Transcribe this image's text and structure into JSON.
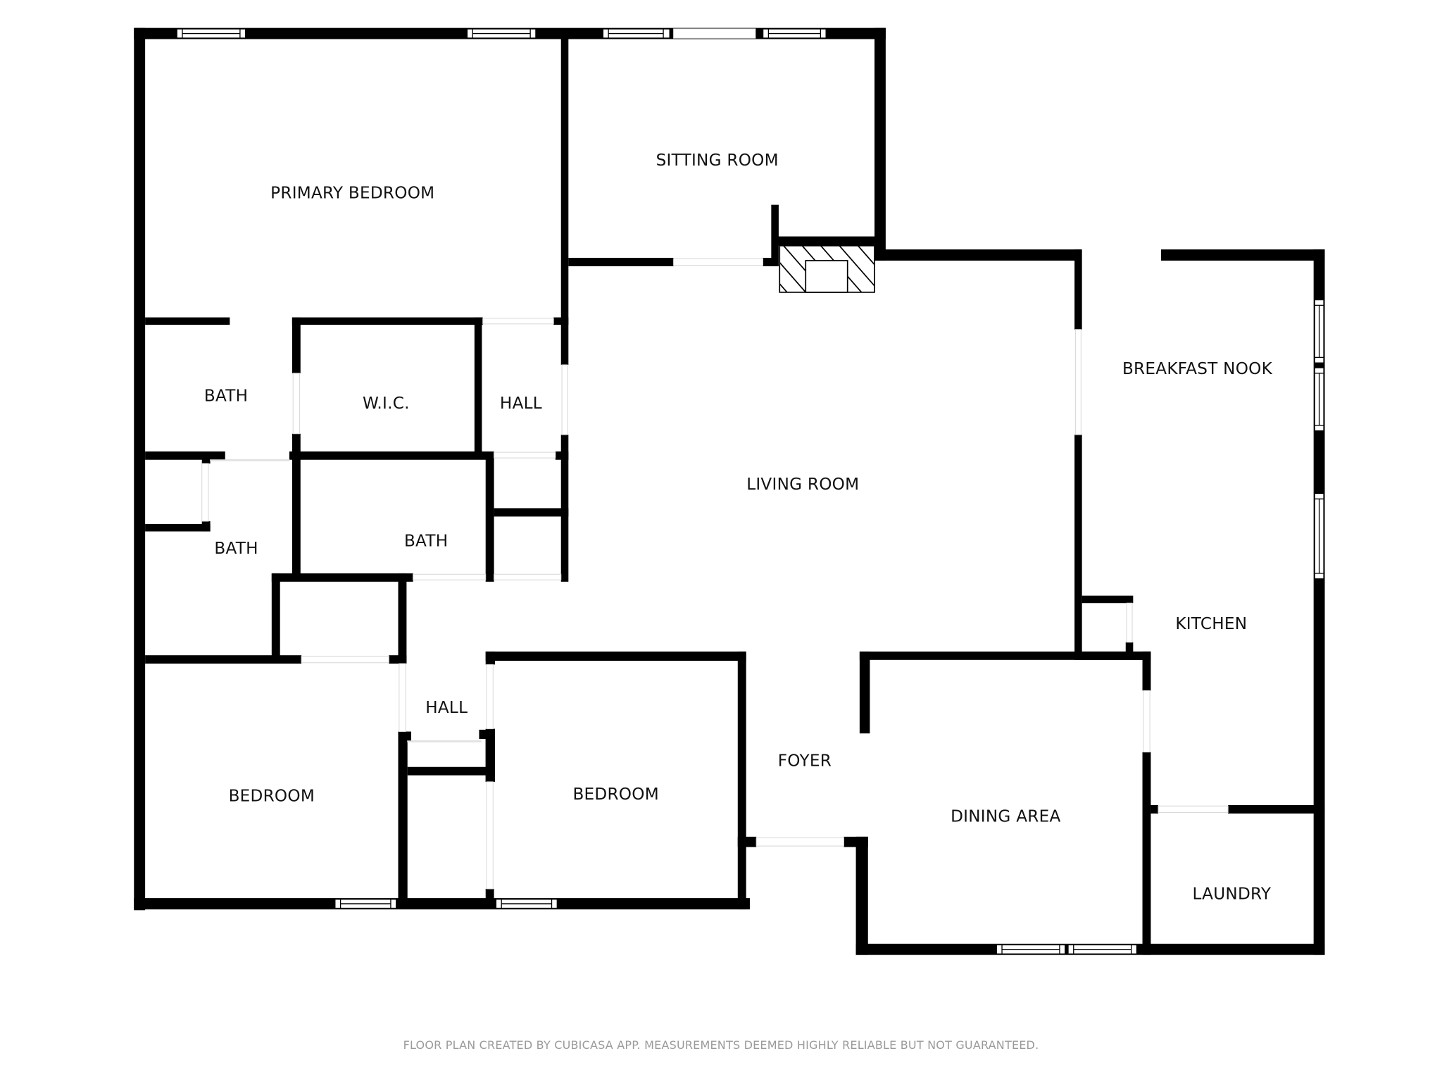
{
  "floor_plan": {
    "rooms": [
      {
        "id": "primary_bedroom",
        "label": "PRIMARY BEDROOM"
      },
      {
        "id": "sitting_room",
        "label": "SITTING ROOM"
      },
      {
        "id": "bath_1",
        "label": "BATH"
      },
      {
        "id": "wic",
        "label": "W.I.C."
      },
      {
        "id": "hall_1",
        "label": "HALL"
      },
      {
        "id": "living_room",
        "label": "LIVING ROOM"
      },
      {
        "id": "breakfast_nook",
        "label": "BREAKFAST NOOK"
      },
      {
        "id": "bath_2",
        "label": "BATH"
      },
      {
        "id": "bath_3",
        "label": "BATH"
      },
      {
        "id": "kitchen",
        "label": "KITCHEN"
      },
      {
        "id": "hall_2",
        "label": "HALL"
      },
      {
        "id": "bedroom_1",
        "label": "BEDROOM"
      },
      {
        "id": "bedroom_2",
        "label": "BEDROOM"
      },
      {
        "id": "foyer",
        "label": "FOYER"
      },
      {
        "id": "dining_area",
        "label": "DINING AREA"
      },
      {
        "id": "laundry",
        "label": "LAUNDRY"
      }
    ],
    "features": {
      "fireplace": "fireplace-hatched"
    },
    "colors": {
      "wall": "#000000",
      "background": "#ffffff",
      "footer_text": "#9a9a9a"
    }
  },
  "footer": {
    "disclaimer": "FLOOR PLAN CREATED BY CUBICASA APP. MEASUREMENTS DEEMED HIGHLY RELIABLE BUT NOT GUARANTEED."
  }
}
